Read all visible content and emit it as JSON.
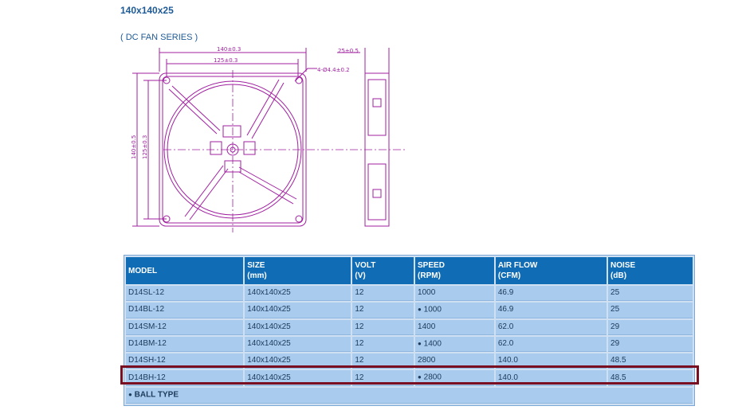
{
  "page": {
    "title": "140x140x25",
    "series": "( DC FAN SERIES )"
  },
  "drawing": {
    "dims": {
      "outer_width": "140±0.3",
      "hole_spacing": "125±0.3",
      "depth": "25±0.5",
      "holes": "4-Ø4.4±0.2",
      "outer_height": "140±0.5",
      "hole_spacing_v": "125±0.3"
    },
    "line_color": "#a020a0"
  },
  "table": {
    "headers": [
      {
        "line1": "MODEL",
        "line2": ""
      },
      {
        "line1": "SIZE",
        "line2": "(mm)"
      },
      {
        "line1": "VOLT",
        "line2": "(V)"
      },
      {
        "line1": "SPEED",
        "line2": "(RPM)"
      },
      {
        "line1": "AIR FLOW",
        "line2": "(CFM)"
      },
      {
        "line1": "NOISE",
        "line2": "(dB)"
      }
    ],
    "rows": [
      {
        "model": "D14SL-12",
        "size": "140x140x25",
        "volt": "12",
        "ball": false,
        "speed": "1000",
        "airflow": "46.9",
        "noise": "25"
      },
      {
        "model": "D14BL-12",
        "size": "140x140x25",
        "volt": "12",
        "ball": true,
        "speed": "1000",
        "airflow": "46.9",
        "noise": "25"
      },
      {
        "model": "D14SM-12",
        "size": "140x140x25",
        "volt": "12",
        "ball": false,
        "speed": "1400",
        "airflow": "62.0",
        "noise": "29"
      },
      {
        "model": "D14BM-12",
        "size": "140x140x25",
        "volt": "12",
        "ball": true,
        "speed": "1400",
        "airflow": "62.0",
        "noise": "29"
      },
      {
        "model": "D14SH-12",
        "size": "140x140x25",
        "volt": "12",
        "ball": false,
        "speed": "2800",
        "airflow": "140.0",
        "noise": "48.5"
      },
      {
        "model": "D14BH-12",
        "size": "140x140x25",
        "volt": "12",
        "ball": true,
        "speed": "2800",
        "airflow": "140.0",
        "noise": "48.5"
      }
    ],
    "footnote": "BALL TYPE",
    "bullet": "●",
    "highlighted_row": 5,
    "highlight_color": "#7a0f22"
  }
}
